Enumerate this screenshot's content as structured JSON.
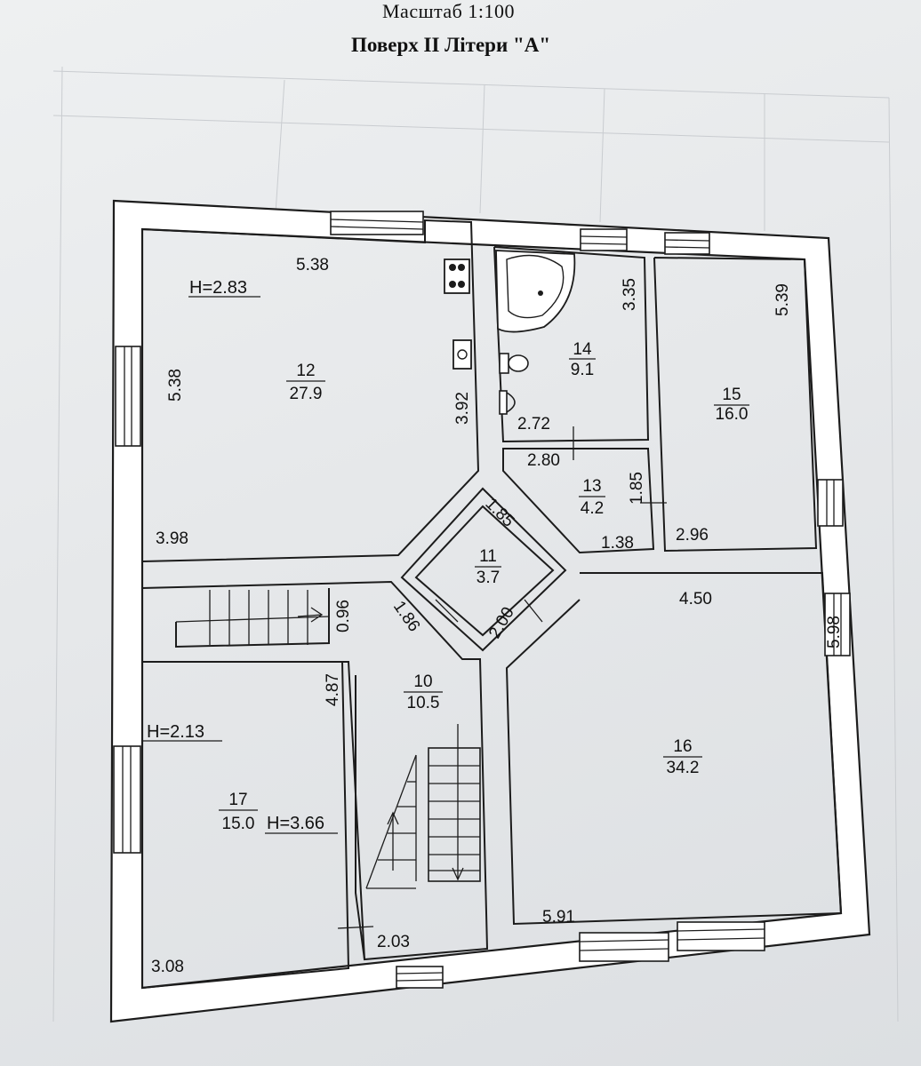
{
  "header": {
    "scale": "Масштаб 1:100",
    "floor_title": "Поверх II Літери \"А\""
  },
  "rooms": [
    {
      "number": "12",
      "area": "27.9"
    },
    {
      "number": "14",
      "area": "9.1"
    },
    {
      "number": "15",
      "area": "16.0"
    },
    {
      "number": "13",
      "area": "4.2"
    },
    {
      "number": "11",
      "area": "3.7"
    },
    {
      "number": "10",
      "area": "10.5"
    },
    {
      "number": "16",
      "area": "34.2"
    },
    {
      "number": "17",
      "area": "15.0"
    }
  ],
  "heights": {
    "room12": "H=2.83",
    "room17_stair": "H=2.13",
    "room17": "H=3.66"
  },
  "dimensions": {
    "r12_top": "5.38",
    "r12_left": "5.38",
    "r12_right": "3.92",
    "r12_bottom": "3.98",
    "r14_right": "3.35",
    "r14_bottom": "2.72",
    "r15_right": "5.39",
    "r15_bottom": "2.96",
    "r13_top": "2.80",
    "r13_right": "1.85",
    "r13_bottom": "1.38",
    "r11_left": "1.85",
    "r11_bottom": "2.00",
    "r10_left": "1.86",
    "r10_stair": "0.96",
    "r16_top": "4.50",
    "r16_right": "5.98",
    "r16_bottom": "5.91",
    "r17_right": "4.87",
    "r17_bottom": "3.08",
    "r10_bottom": "2.03"
  }
}
